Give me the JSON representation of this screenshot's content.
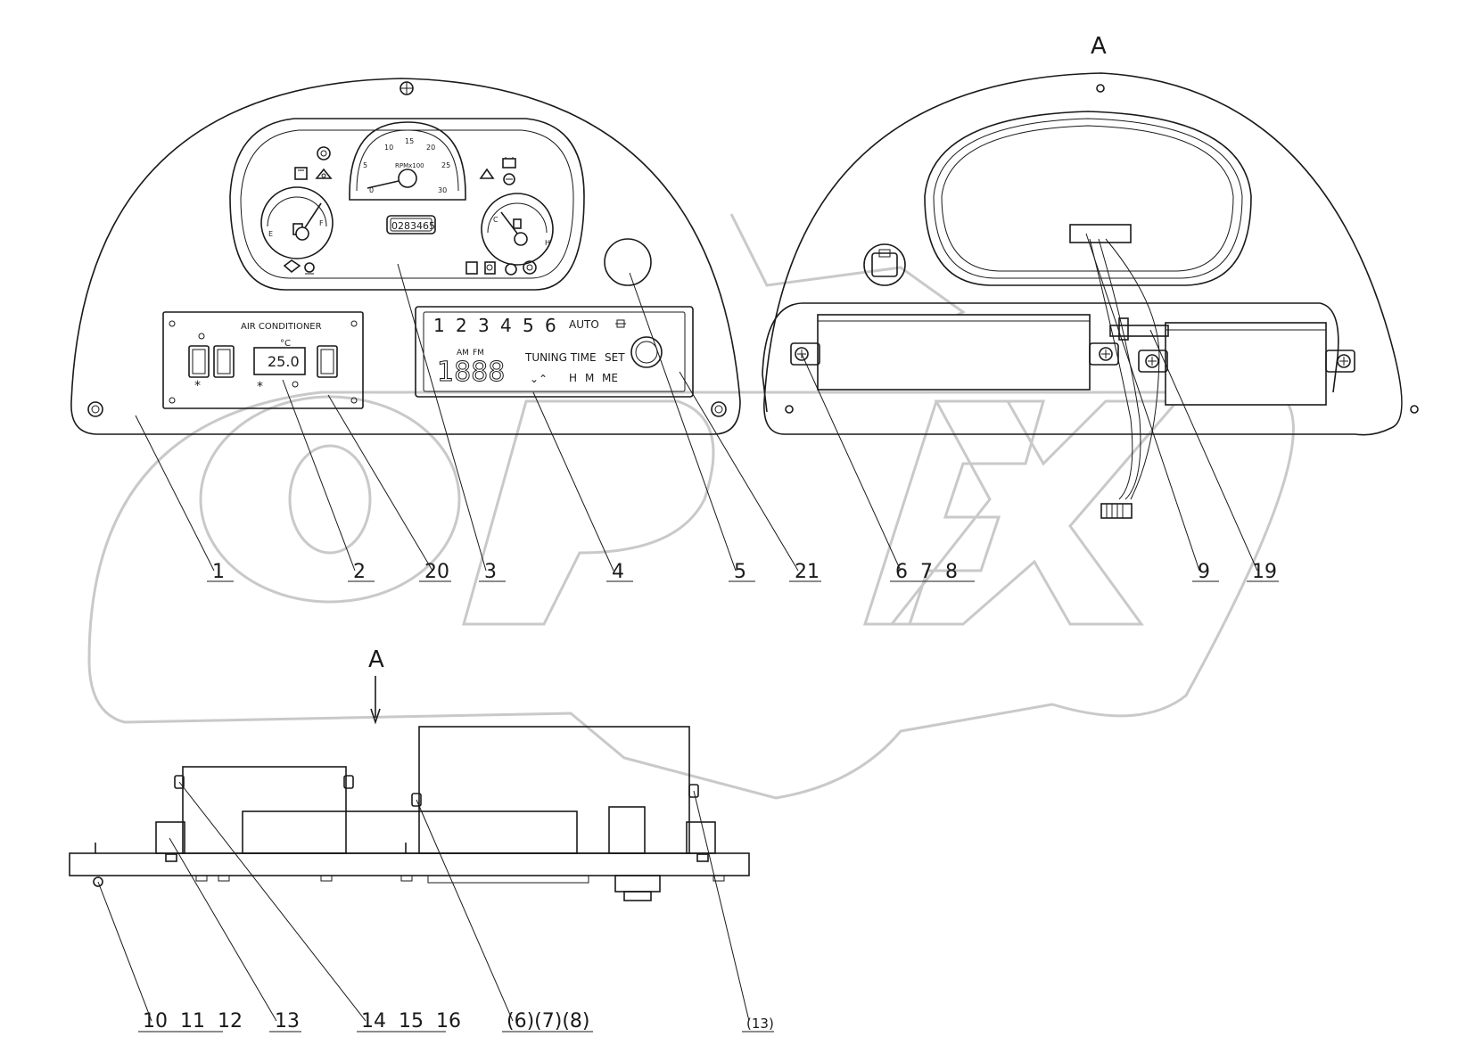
{
  "view_marker": {
    "top": "A",
    "arrow": "A"
  },
  "instrument_cluster": {
    "rpm_scale": [
      "0",
      "5",
      "10",
      "15",
      "20",
      "25",
      "30"
    ],
    "rpm_unit": "RPMx100",
    "odometer": "0283465",
    "fuel_low": "E",
    "fuel_high": "F",
    "temp_low": "C",
    "temp_high": "H"
  },
  "air_conditioner": {
    "title": "AIR CONDITIONER",
    "unit": "°C",
    "display_value": "25.0",
    "snowflake": "*"
  },
  "radio": {
    "presets": [
      "1",
      "2",
      "3",
      "4",
      "5",
      "6",
      "AUTO"
    ],
    "band_am": "AM",
    "band_fm": "FM",
    "display": "1888",
    "tuning_time": "TUNING TIME",
    "set": "SET",
    "arrows": "⌄⌃",
    "h": "H",
    "m": "M",
    "me": "ME"
  },
  "callouts_top": [
    "1",
    "2",
    "20",
    "3",
    "4",
    "5",
    "21",
    "6  7  8",
    "9",
    "19"
  ],
  "callouts_bottom": [
    "10  11  12",
    "13",
    "14  15  16",
    "(6)(7)(8)",
    "(13)"
  ],
  "colors": {
    "line": "#1a1a1a",
    "watermark": "#c9c9c9",
    "background": "#ffffff"
  }
}
